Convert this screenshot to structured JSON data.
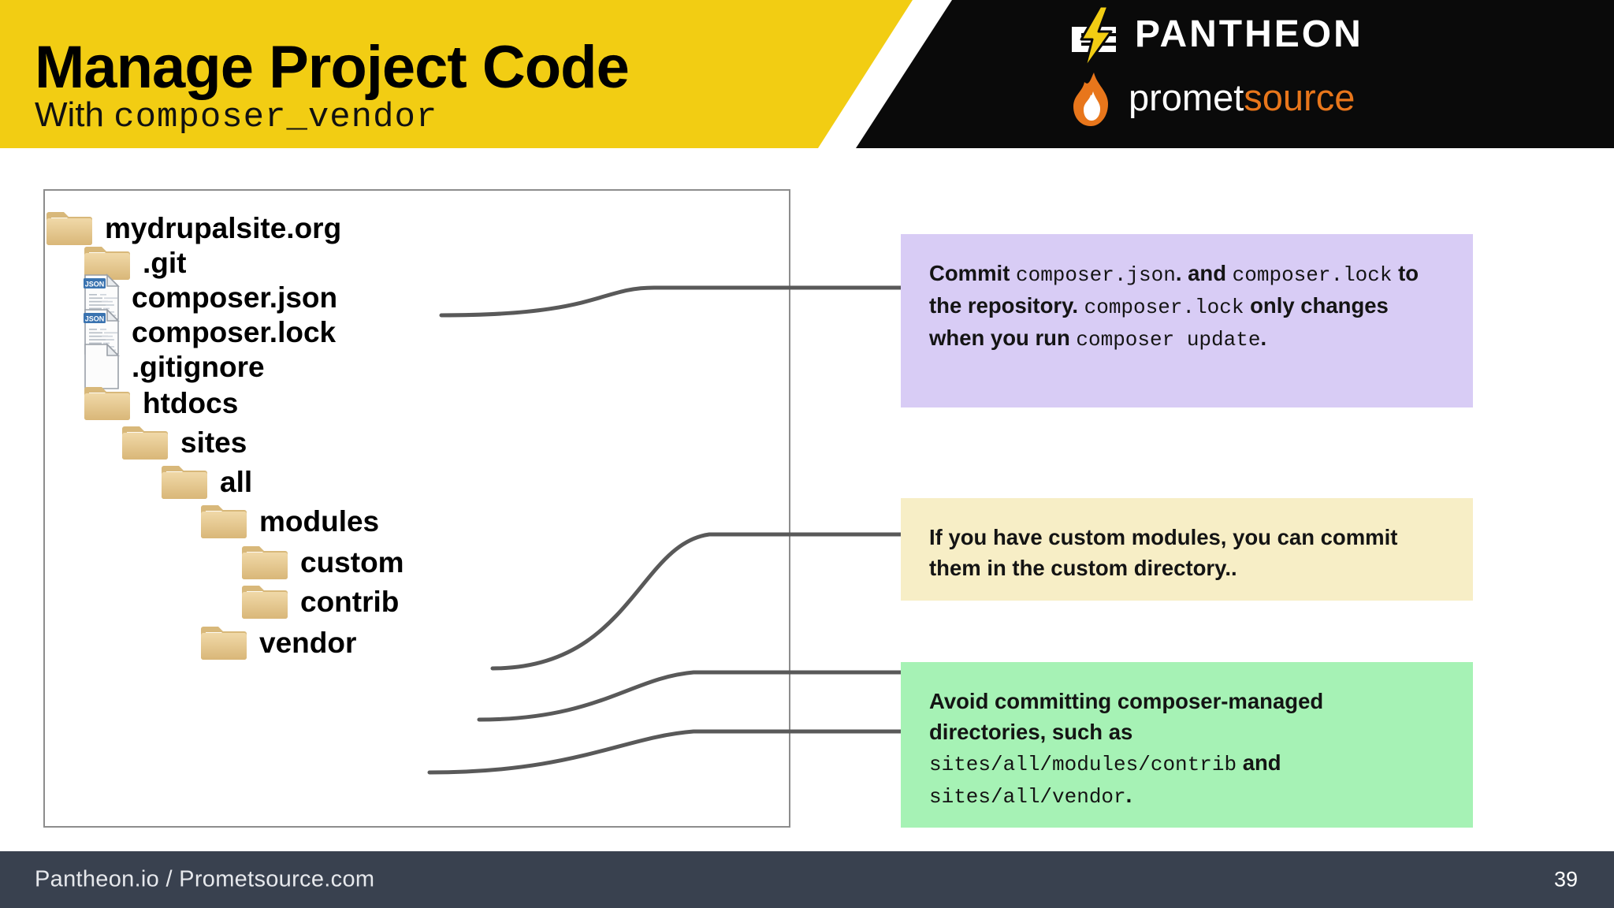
{
  "header": {
    "title": "Manage Project Code",
    "subtitle_prefix": "With ",
    "subtitle_code": "composer_vendor",
    "background_color": "#f2cd13",
    "panel_color": "#0a0a0a",
    "pantheon_wordmark": "PANTHEON",
    "pantheon_mark_icon": "lightning-bolt-icon",
    "promet_word_1": "promet",
    "promet_word_2": "source",
    "promet_mark_icon": "flame-icon",
    "promet_accent_color": "#e8761b"
  },
  "tree": {
    "items": [
      {
        "label": "mydrupalsite.org",
        "icon": "folder-icon",
        "depth": 0
      },
      {
        "label": ".git",
        "icon": "folder-icon",
        "depth": 1
      },
      {
        "label": "composer.json",
        "icon": "json-file-icon",
        "depth": 1
      },
      {
        "label": "composer.lock",
        "icon": "json-file-icon",
        "depth": 1
      },
      {
        "label": ".gitignore",
        "icon": "file-icon",
        "depth": 1
      },
      {
        "label": "htdocs",
        "icon": "folder-icon",
        "depth": 1
      },
      {
        "label": "sites",
        "icon": "folder-icon",
        "depth": 2
      },
      {
        "label": "all",
        "icon": "folder-icon",
        "depth": 3
      },
      {
        "label": "modules",
        "icon": "folder-icon",
        "depth": 4
      },
      {
        "label": "custom",
        "icon": "folder-icon",
        "depth": 5
      },
      {
        "label": "contrib",
        "icon": "folder-icon",
        "depth": 5
      },
      {
        "label": "vendor",
        "icon": "folder-icon",
        "depth": 4
      }
    ]
  },
  "callouts": [
    {
      "id": "commit-composer-files",
      "color": "#d8ccf5",
      "runs": [
        {
          "t": "Commit ",
          "mono": false
        },
        {
          "t": "composer.json",
          "mono": true
        },
        {
          "t": ". and ",
          "mono": false
        },
        {
          "t": "composer.lock",
          "mono": true
        },
        {
          "t": " to the repository. ",
          "mono": false
        },
        {
          "t": "composer.lock",
          "mono": true
        },
        {
          "t": " only changes when you run ",
          "mono": false
        },
        {
          "t": "composer update",
          "mono": true
        },
        {
          "t": ".",
          "mono": false
        }
      ]
    },
    {
      "id": "custom-modules",
      "color": "#f7eec6",
      "runs": [
        {
          "t": "If you have custom modules, you can commit them in the custom directory..",
          "mono": false
        }
      ]
    },
    {
      "id": "avoid-committing",
      "color": "#a6f2b5",
      "runs": [
        {
          "t": "Avoid committing composer-managed directories, such as ",
          "mono": false
        },
        {
          "t": "sites/all/modules/contrib",
          "mono": true
        },
        {
          "t": " and ",
          "mono": false
        },
        {
          "t": "sites/all/vendor",
          "mono": true
        },
        {
          "t": ".",
          "mono": false
        }
      ]
    }
  ],
  "footer": {
    "text": "Pantheon.io  /  Prometsource.com",
    "page_number": "39",
    "background_color": "#39414f"
  }
}
